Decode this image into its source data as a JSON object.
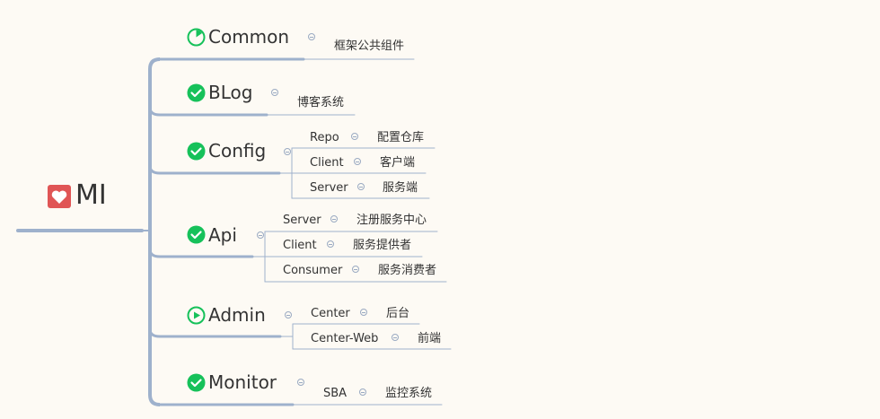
{
  "root": {
    "label": "MI",
    "icon": "heart-icon",
    "icon_color": "#e05555"
  },
  "colors": {
    "line": "#9eb1cc",
    "check": "#16c15a",
    "bg": "#fdfaf4"
  },
  "branches": [
    {
      "label": "Common",
      "icon": "progress-icon",
      "children": [
        {
          "label": "",
          "note": "框架公共组件"
        }
      ]
    },
    {
      "label": "BLog",
      "icon": "check-icon",
      "children": [
        {
          "label": "",
          "note": "博客系统"
        }
      ]
    },
    {
      "label": "Config",
      "icon": "check-icon",
      "children": [
        {
          "label": "Repo",
          "note": "配置仓库"
        },
        {
          "label": "Client",
          "note": "客户端"
        },
        {
          "label": "Server",
          "note": "服务端"
        }
      ]
    },
    {
      "label": "Api",
      "icon": "check-icon",
      "children": [
        {
          "label": "Server",
          "note": "注册服务中心"
        },
        {
          "label": "Client",
          "note": "服务提供者"
        },
        {
          "label": "Consumer",
          "note": "服务消费者"
        }
      ]
    },
    {
      "label": "Admin",
      "icon": "play-icon",
      "children": [
        {
          "label": "Center",
          "note": "后台"
        },
        {
          "label": "Center-Web",
          "note": "前端"
        }
      ]
    },
    {
      "label": "Monitor",
      "icon": "check-icon",
      "children": [
        {
          "label": "SBA",
          "note": "监控系统"
        }
      ]
    }
  ]
}
